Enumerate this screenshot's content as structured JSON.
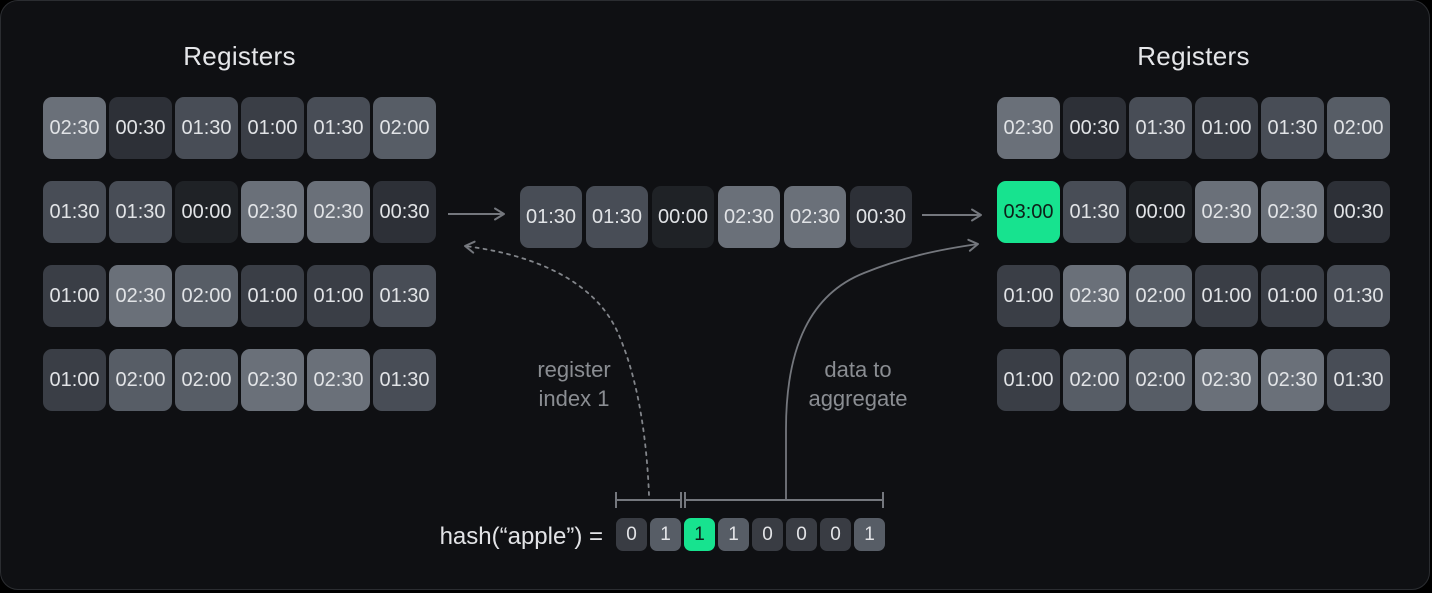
{
  "left_registers": {
    "title": "Registers",
    "rows": [
      [
        "02:30",
        "00:30",
        "01:30",
        "01:00",
        "01:30",
        "02:00"
      ],
      [
        "01:30",
        "01:30",
        "00:00",
        "02:30",
        "02:30",
        "00:30"
      ],
      [
        "01:00",
        "02:30",
        "02:00",
        "01:00",
        "01:00",
        "01:30"
      ],
      [
        "01:00",
        "02:00",
        "02:00",
        "02:30",
        "02:30",
        "01:30"
      ]
    ]
  },
  "right_registers": {
    "title": "Registers",
    "rows": [
      [
        "02:30",
        "00:30",
        "01:30",
        "01:00",
        "01:30",
        "02:00"
      ],
      [
        "03:00",
        "01:30",
        "00:00",
        "02:30",
        "02:30",
        "00:30"
      ],
      [
        "01:00",
        "02:30",
        "02:00",
        "01:00",
        "01:00",
        "01:30"
      ],
      [
        "01:00",
        "02:00",
        "02:00",
        "02:30",
        "02:30",
        "01:30"
      ]
    ],
    "highlighted_cell": {
      "row": 1,
      "col": 0,
      "value": "03:00"
    }
  },
  "middle_row": [
    "01:30",
    "01:30",
    "00:00",
    "02:30",
    "02:30",
    "00:30"
  ],
  "annotations": {
    "register_index_label": "register\nindex 1",
    "data_to_aggregate_label": "data to\naggregate"
  },
  "hash": {
    "label": "hash(“apple”) =",
    "bits": [
      "0",
      "1",
      "1",
      "1",
      "0",
      "0",
      "0",
      "1"
    ],
    "highlighted_bit_index": 2
  },
  "colors": {
    "accent_green": "#17e38f",
    "highlight_value": "03:00",
    "cell_values": {
      "00:00": "#1f2226",
      "00:30": "#2d3037",
      "01:00": "#3a3e46",
      "01:30": "#484d56",
      "02:00": "#575d66",
      "02:30": "#6a7079",
      "03:00": "#17e38f"
    },
    "bit_values": {
      "0": "#393c43",
      "1": "#575d66"
    },
    "line_gray": "#74777d",
    "label_gray": "#8a8d92"
  }
}
